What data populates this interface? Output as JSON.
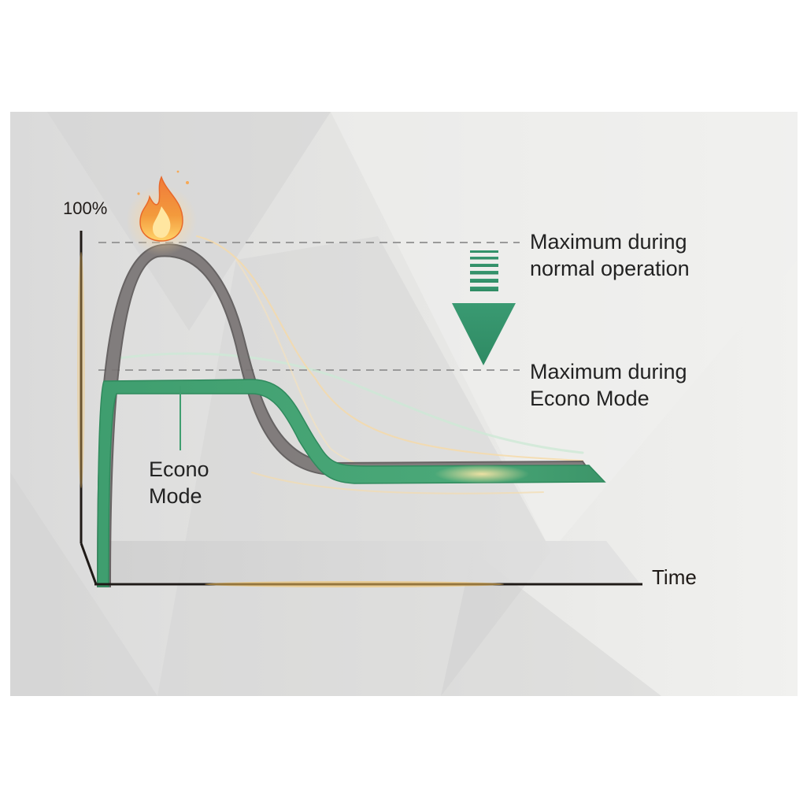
{
  "diagram": {
    "y_axis_top_label": "100%",
    "x_axis_label": "Time",
    "reference_lines": [
      {
        "label_line1": "Maximum during",
        "label_line2": "normal operation"
      },
      {
        "label_line1": "Maximum during",
        "label_line2": "Econo Mode"
      }
    ],
    "curve_label_line1": "Econo",
    "curve_label_line2": "Mode",
    "icons": [
      "flame-icon",
      "down-arrow-icon"
    ],
    "colors": {
      "normal_curve": "#6f6b6b",
      "econo_curve": "#3f9e6f",
      "arrow": "#3a9a72",
      "axis": "#1f1a17",
      "glow": "#f5b642"
    }
  }
}
